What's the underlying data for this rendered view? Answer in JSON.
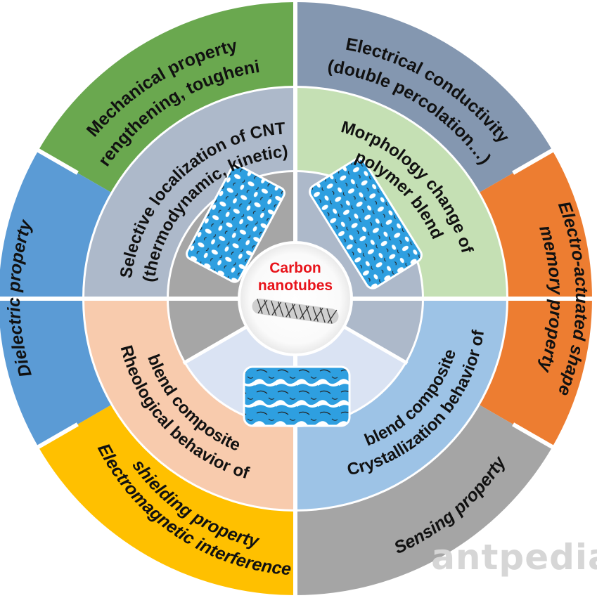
{
  "center": {
    "label_line1": "Carbon",
    "label_line2": "nanotubes",
    "label_color": "#e8141b"
  },
  "outer_ring": [
    {
      "id": "mechanical",
      "line1": "Mechanical property",
      "line2": "(strengthening, toughening)",
      "color": "#6aa84f",
      "italic": false
    },
    {
      "id": "electrical",
      "line1": "Electrical conductivity",
      "line2": "(double percolation…)",
      "color": "#8497b0",
      "italic": false
    },
    {
      "id": "shape-memory",
      "line1": "Electro-actuated shape",
      "line2": "memory property",
      "color": "#ed7d31",
      "italic": true
    },
    {
      "id": "sensing",
      "line1": "Sensing property",
      "line2": "",
      "color": "#a5a5a5",
      "italic": true
    },
    {
      "id": "emi",
      "line1": "Electromagnetic interference",
      "line2": "shielding property",
      "color": "#ffc000",
      "italic": true
    },
    {
      "id": "dielectric",
      "line1": "Dielectric property",
      "line2": "",
      "color": "#5b9bd5",
      "italic": true
    }
  ],
  "middle_ring": [
    {
      "id": "localization",
      "line1": "Selective localization of CNT",
      "line2": "(thermodynamic, kinetic)",
      "color": "#adb9ca"
    },
    {
      "id": "morphology",
      "line1": "Morphology change of",
      "line2": "polymer blend",
      "color": "#c5e0b4"
    },
    {
      "id": "crystallization",
      "line1": "Crystallization behavior of",
      "line2": "blend composite",
      "color": "#9dc3e6"
    },
    {
      "id": "rheological",
      "line1": "Rheological behavior of",
      "line2": "blend composite",
      "color": "#f8cbad"
    }
  ],
  "inner_ring_colors": [
    "#a6a6a6",
    "#adb9ca",
    "#dae3f3"
  ],
  "watermark": "antpedia"
}
